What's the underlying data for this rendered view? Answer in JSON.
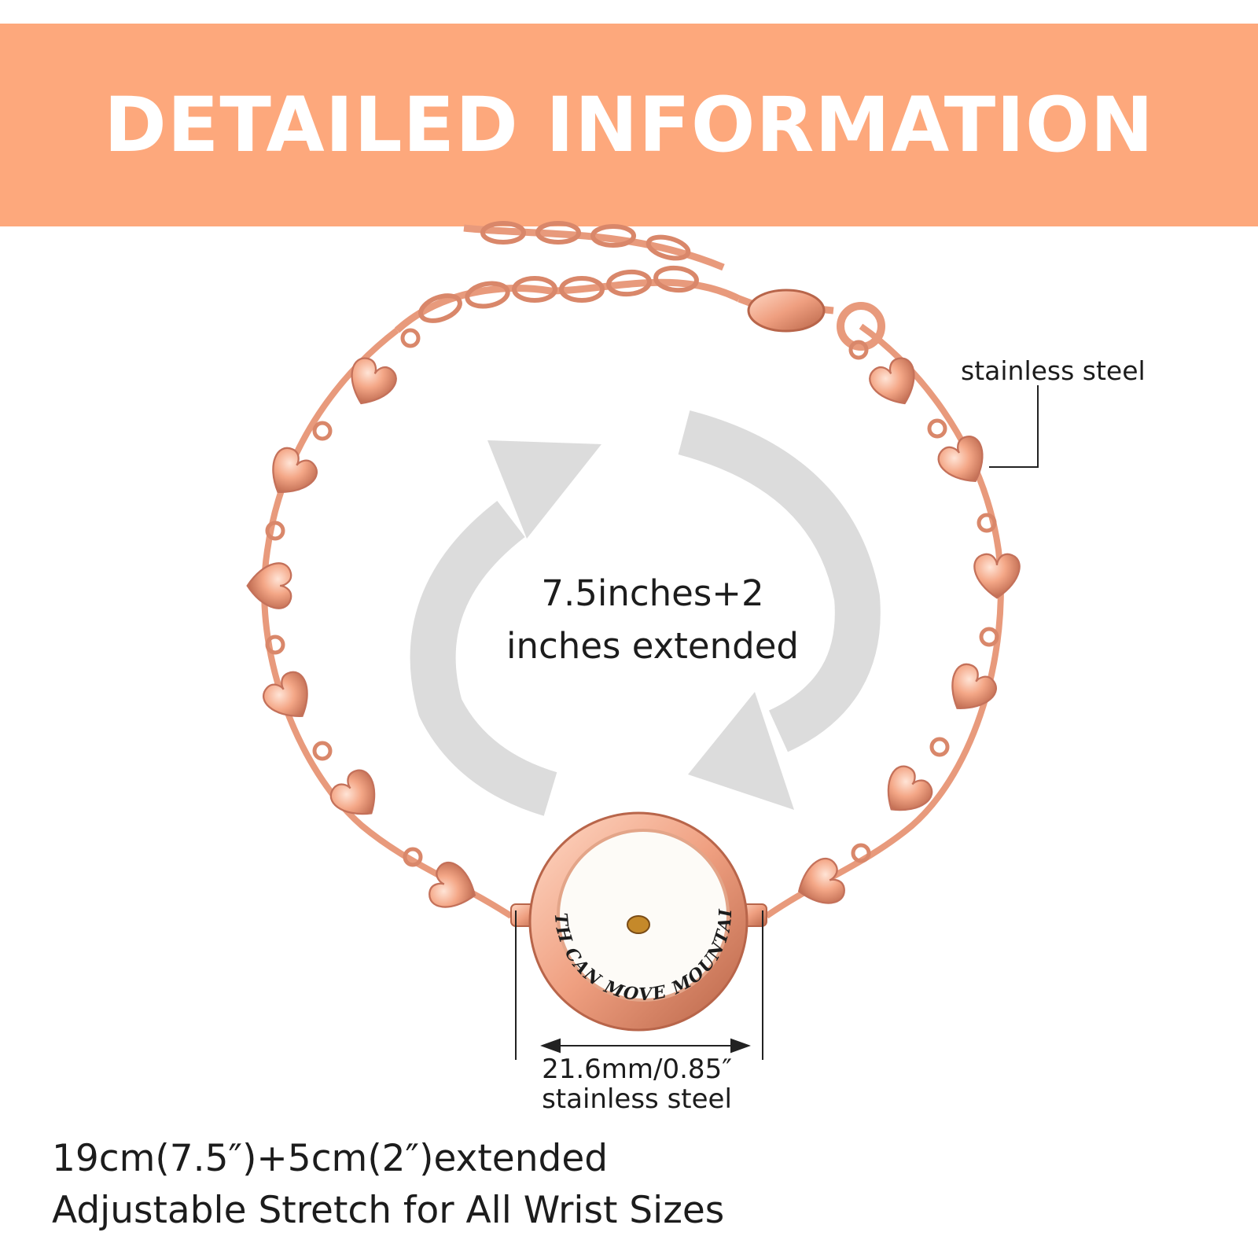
{
  "banner": {
    "title": "DETAILED INFORMATION",
    "color": "#fda87c"
  },
  "callouts": {
    "chain_material": "stainless steel",
    "length_line1": "7.5inches+2",
    "length_line2": "inches extended",
    "pendant_size": "21.6mm/0.85″",
    "pendant_material": "stainless steel"
  },
  "pendant": {
    "engraving": "FAITH CAN MOVE MOUNTAINS"
  },
  "footer": {
    "line1": "19cm(7.5″)+5cm(2″)extended",
    "line2": "Adjustable Stretch for All Wrist Sizes"
  },
  "colors": {
    "rose_gold": "#f2a283",
    "arrow_gray": "#dcdcdc",
    "text": "#1c1c1c"
  }
}
